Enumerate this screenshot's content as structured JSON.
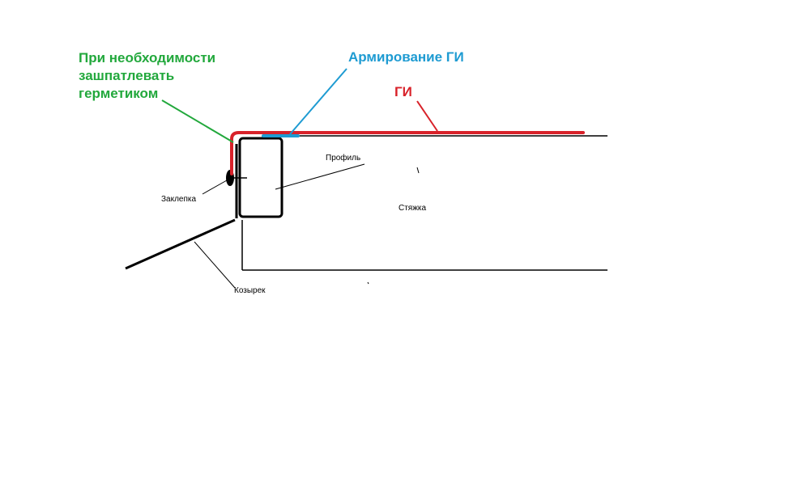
{
  "labels": {
    "sealant": [
      "При необходимости",
      "зашпатлевать",
      "герметиком"
    ],
    "reinforcement": "Армирование ГИ",
    "gi": "ГИ",
    "profile": "Профиль",
    "screed": "Стяжка",
    "rivet": "Заклепка",
    "visor": "Козырек"
  },
  "colors": {
    "sealant": "#22a83c",
    "reinforcement": "#1e9bd2",
    "gi": "#d8222a",
    "structure": "#000000"
  }
}
